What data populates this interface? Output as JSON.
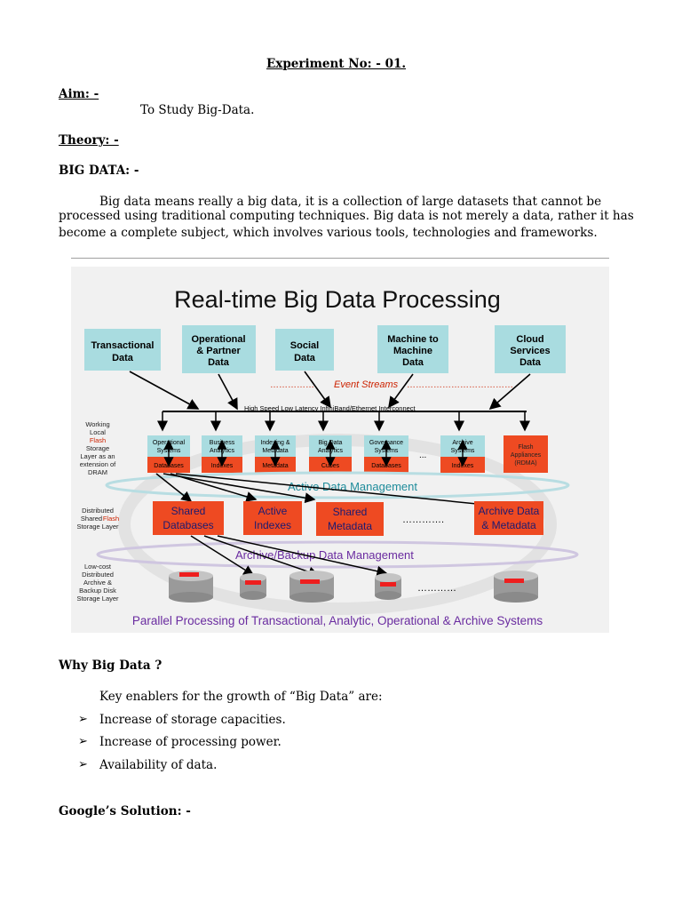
{
  "document": {
    "title": "Experiment No: - 01.",
    "aim_label": "Aim: -",
    "aim_text": "To Study Big-Data.",
    "theory_label": "Theory: -",
    "bigdata_label": "BIG DATA: -",
    "paragraph": [
      "Big data means really a big data, it is a collection of large datasets that cannot be",
      "processed using traditional computing techniques. Big data is not merely a data, rather it has",
      "become a complete subject, which involves various tools, technologies and frameworks."
    ],
    "why_label": "Why Big Data ?",
    "enablers_intro": "Key enablers for the growth of “Big Data” are:",
    "bullets": [
      "Increase of storage capacities.",
      "Increase of processing power.",
      "Availability of data."
    ],
    "google_label": "Google’s Solution: -"
  },
  "diagram": {
    "title": "Real-time Big Data Processing",
    "sources": [
      [
        "Transactional",
        "Data"
      ],
      [
        "Operational",
        "& Partner",
        "Data"
      ],
      [
        "Social",
        "Data"
      ],
      [
        "Machine to",
        "Machine",
        "Data"
      ],
      [
        "Cloud",
        "Services",
        "Data"
      ]
    ],
    "event_streams": "Event Streams",
    "interconnect": "High Speed Low Latency InfiniBand/Ethernet Interconnect",
    "layer_flash": [
      "Working",
      "Local",
      "Flash",
      "Storage",
      "Layer as an",
      "extension of",
      "DRAM"
    ],
    "layer_shared": [
      "Distributed",
      "Shared",
      "Flash",
      "Storage Layer"
    ],
    "layer_disk": [
      "Low-cost",
      "Distributed",
      "Archive &",
      "Backup Disk",
      "Storage Layer"
    ],
    "systems": [
      {
        "top": [
          "Operational",
          "Systems"
        ],
        "bottom": "Databases"
      },
      {
        "top": [
          "Business",
          "Analytics"
        ],
        "bottom": "Indexes"
      },
      {
        "top": [
          "Indexing &",
          "Metadata"
        ],
        "bottom": "Metadata"
      },
      {
        "top": [
          "Big Data",
          "Analytics"
        ],
        "bottom": "Cubes"
      },
      {
        "top": [
          "Governance",
          "Systems"
        ],
        "bottom": "Databases"
      },
      {
        "top": [
          "Archive",
          "Systems"
        ],
        "bottom": "Indexes"
      }
    ],
    "flash_appliance": [
      "Flash",
      "Appliances",
      "(RDMA)"
    ],
    "ellipsis_mid": "...",
    "active_mgmt": "Active Data Management",
    "shared_boxes": [
      [
        "Shared",
        "Databases"
      ],
      [
        "Active",
        "Indexes"
      ],
      [
        "Shared",
        "Metadata"
      ],
      [
        "Archive Data",
        "& Metadata"
      ]
    ],
    "ellipsis_shared": "………….",
    "archive_mgmt": "Archive/Backup Data Management",
    "ellipsis_disk": "…………",
    "footer": "Parallel Processing of Transactional, Analytic, Operational & Archive Systems",
    "colors": {
      "cyan": "#a9dce0",
      "red": "#ee4a22",
      "teal": "#1f8c9b",
      "purple": "#6a2ca0",
      "navy": "#1b1b72"
    }
  }
}
